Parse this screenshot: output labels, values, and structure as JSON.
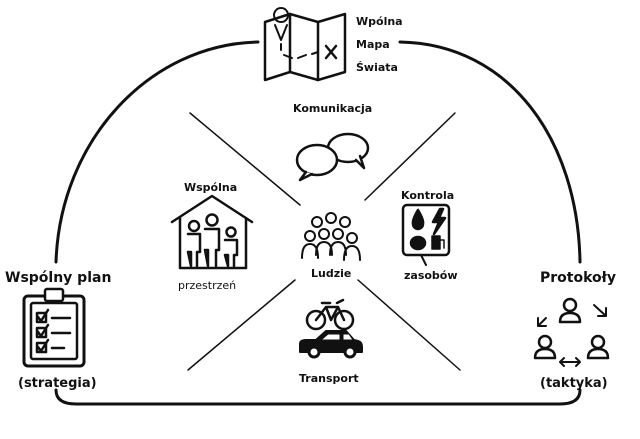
{
  "map": {
    "line1": "Wpólna",
    "line2": "Mapa",
    "line3": "Świata"
  },
  "center": {
    "label": "Ludzie"
  },
  "sectors": {
    "top": {
      "label": "Komunikacja"
    },
    "left": {
      "line1": "Wspólna",
      "line2": "przestrzeń"
    },
    "right": {
      "line1": "Kontrola",
      "line2": "zasobów"
    },
    "bottom": {
      "label": "Transport"
    }
  },
  "left_pillar": {
    "title": "Wspólny plan",
    "subtitle": "(strategia)"
  },
  "right_pillar": {
    "title": "Protokoły",
    "subtitle": "(taktyka)"
  },
  "icons": [
    "folded-map-icon",
    "speech-bubbles-icon",
    "house-people-icon",
    "people-group-icon",
    "resources-icon",
    "bicycle-icon",
    "car-icon",
    "clipboard-checklist-icon",
    "network-people-icon"
  ]
}
